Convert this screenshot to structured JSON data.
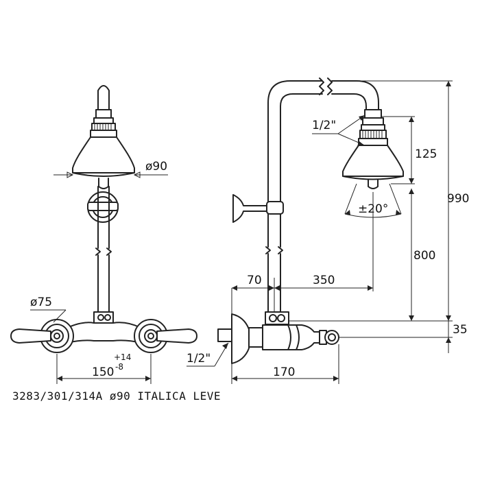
{
  "caption": "3283/301/314A ø90 ITALICA LEVE",
  "front_view": {
    "head_diameter": "ø90",
    "valve_diameter": "ø75",
    "center_distance": "150",
    "tolerance_plus": "+14",
    "tolerance_minus": "-8"
  },
  "side_view": {
    "head_thread": "1/2\"",
    "inlet_thread": "1/2\"",
    "head_height": "125",
    "total_height": "990",
    "angle": "±20°",
    "arm_height": "800",
    "wall_to_pipe": "70",
    "projection": "350",
    "body_depth": "170",
    "inlet_offset": "35"
  }
}
